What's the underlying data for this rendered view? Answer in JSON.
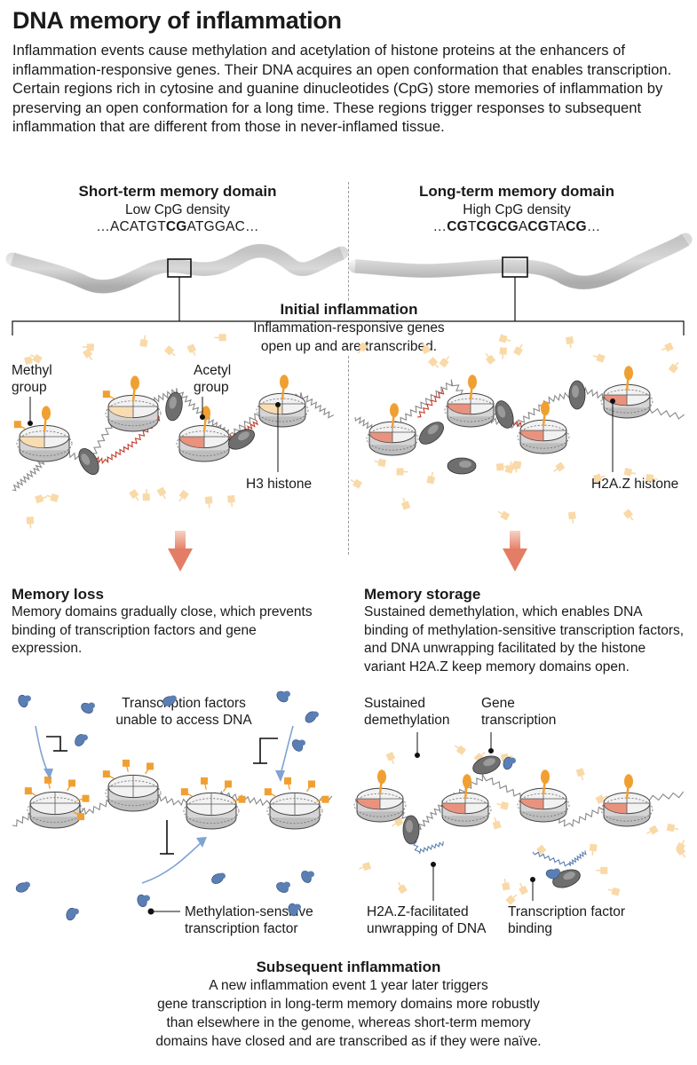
{
  "title": "DNA memory of inflammation",
  "intro": "Inflammation events cause methylation and acetylation of histone proteins at the enhancers of inflammation-responsive genes. Their DNA acquires an open conformation that enables transcription. Certain regions rich in cytosine and guanine dinucleotides (CpG) store memories of inflammation by preserving an open conformation for a long time. These regions trigger responses to subsequent inflammation that are different from those in never-inflamed tissue.",
  "short_term": {
    "heading": "Short-term memory domain",
    "density": "Low CpG density",
    "seq": [
      "…ACATGT",
      "CG",
      "ATGGAC…"
    ]
  },
  "long_term": {
    "heading": "Long-term memory domain",
    "density": "High CpG density",
    "seq": [
      "…",
      "CG",
      "T",
      "CGCG",
      "A",
      "CG",
      "TA",
      "CG",
      "…"
    ]
  },
  "initial": {
    "heading": "Initial inflammation",
    "text1": "Inflammation-responsive genes",
    "text2": "open up and are transcribed."
  },
  "labels": {
    "methyl1": "Methyl",
    "methyl2": "group",
    "acetyl1": "Acetyl",
    "acetyl2": "group",
    "h3": "H3 histone",
    "h2az": "H2A.Z histone"
  },
  "memory_loss": {
    "heading": "Memory loss",
    "text": "Memory domains gradually close, which prevents binding of transcription factors and gene expression."
  },
  "memory_storage": {
    "heading": "Memory storage",
    "text": "Sustained demethylation, which enables DNA binding of methylation-sensitive transcription factors, and DNA unwrapping facilitated by the histone variant H2A.Z keep memory domains open."
  },
  "bottom_labels": {
    "tf1": "Transcription factors",
    "tf2": "unable to access DNA",
    "mstf1": "Methylation-sensitive",
    "mstf2": "transcription factor",
    "sd1": "Sustained",
    "sd2": "demethylation",
    "gt1": "Gene",
    "gt2": "transcription",
    "unwrap1": "H2A.Z-facilitated",
    "unwrap2": "unwrapping of DNA",
    "tfb1": "Transcription factor",
    "tfb2": "binding"
  },
  "subsequent": {
    "heading": "Subsequent inflammation",
    "lines": [
      "A new inflammation event 1 year later triggers",
      "gene transcription in long-term memory domains more robustly",
      "than elsewhere in the genome, whereas short-term memory",
      "domains have closed and are transcribed as if they were naïve."
    ]
  },
  "colors": {
    "orange": "#f0a032",
    "orange_light": "#f9d9a8",
    "salmon": "#e8836a",
    "gray_dark": "#6e6e6e",
    "blue": "#5b7fb4",
    "dna_red": "#c23a2a"
  }
}
